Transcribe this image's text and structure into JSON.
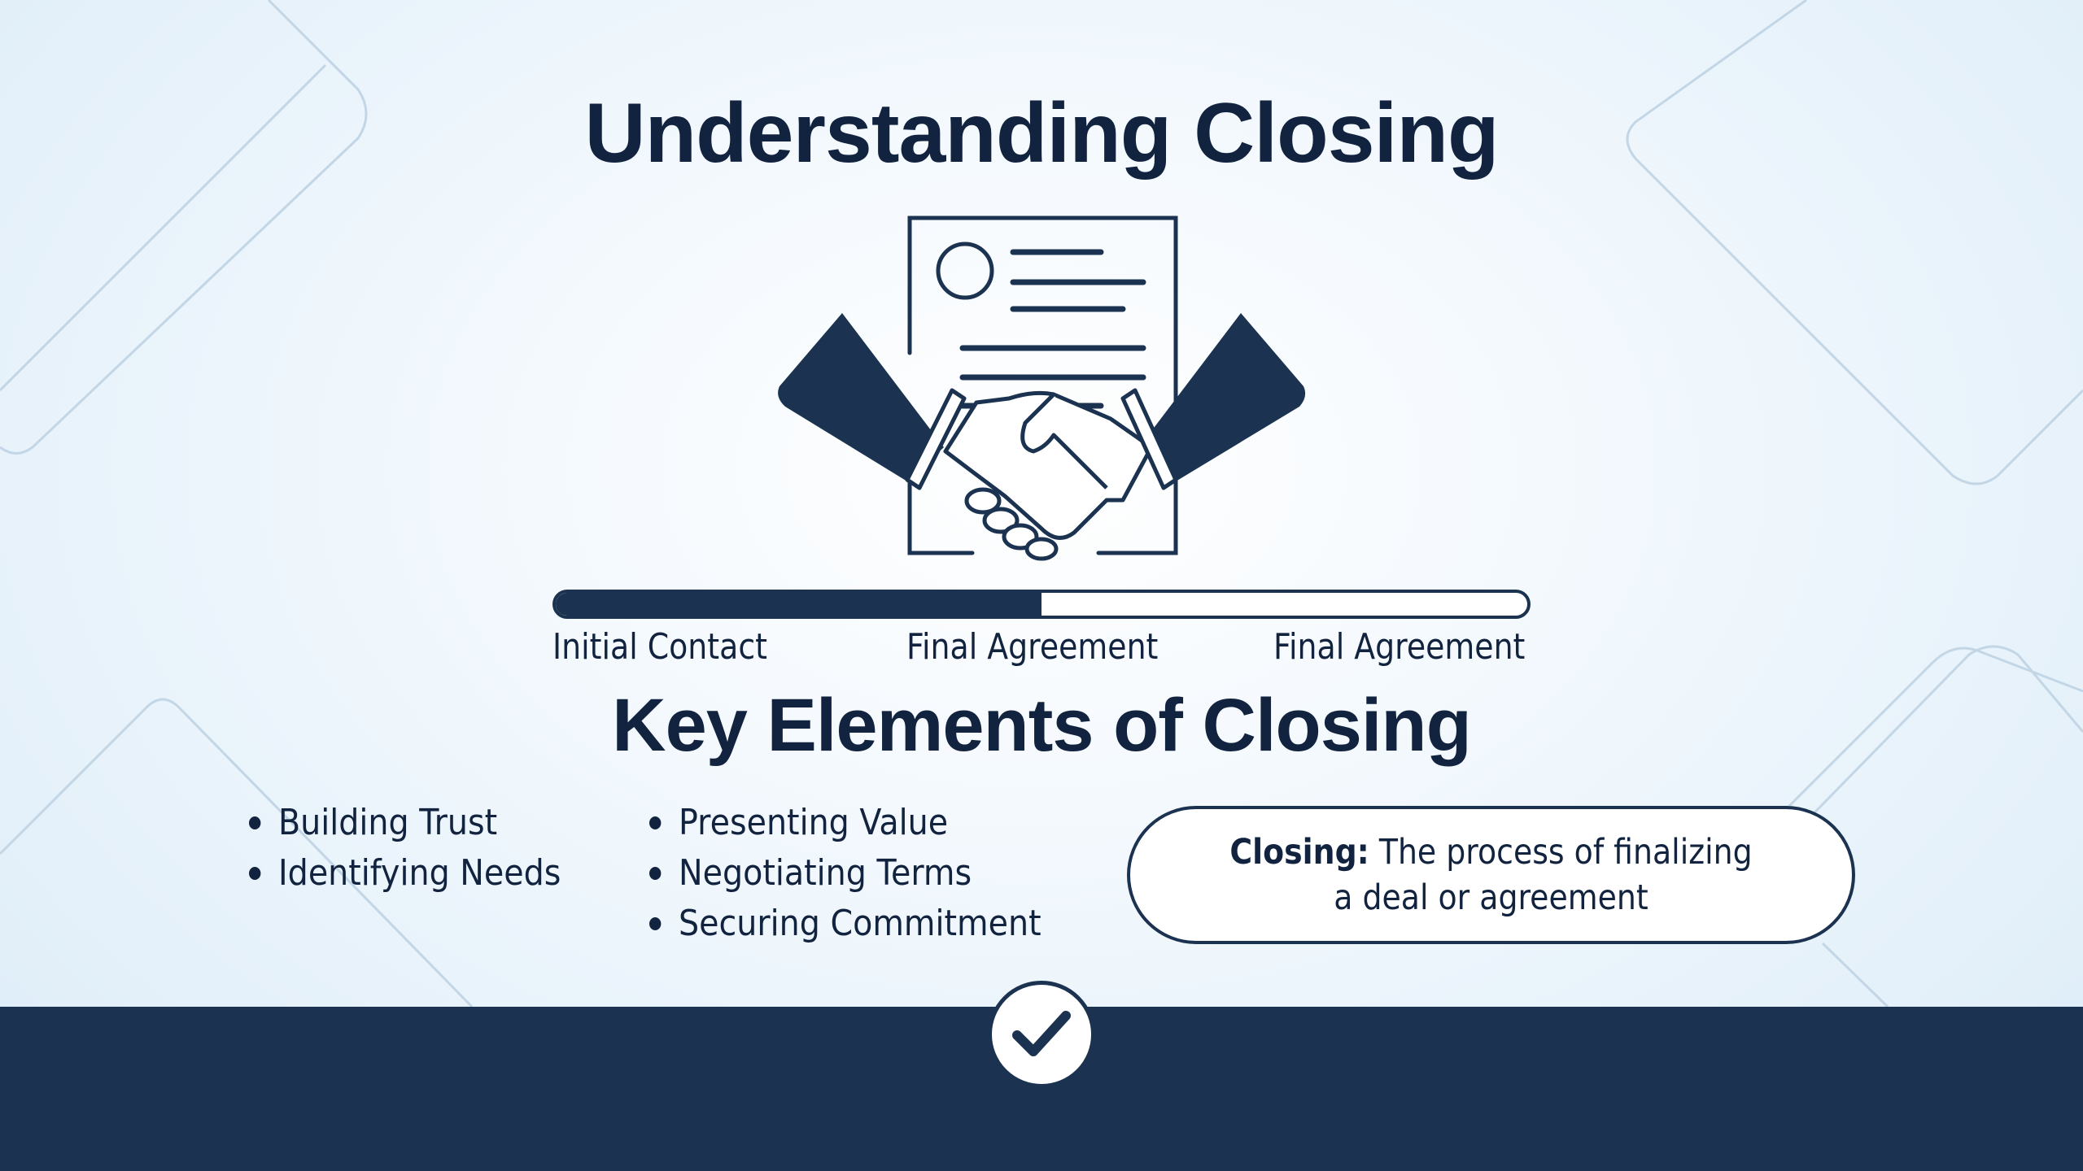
{
  "title": "Understanding Closing",
  "progress": {
    "fraction": 0.5,
    "labels": [
      "Initial Contact",
      "Final Agreement",
      "Final Agreement"
    ]
  },
  "subtitle": "Key Elements of Closing",
  "key_elements": {
    "column1": [
      "Building Trust",
      "Identifying Needs"
    ],
    "column2": [
      "Presenting Value",
      "Negotiating Terms",
      "Securing Commitment"
    ]
  },
  "definition": {
    "term": "Closing:",
    "text": " The process of finalizing a deal or agreement"
  },
  "colors": {
    "primary": "#1b3350",
    "background": "#eaf4fc"
  },
  "icons": [
    "document-icon",
    "handshake-icon",
    "checkmark-icon"
  ]
}
